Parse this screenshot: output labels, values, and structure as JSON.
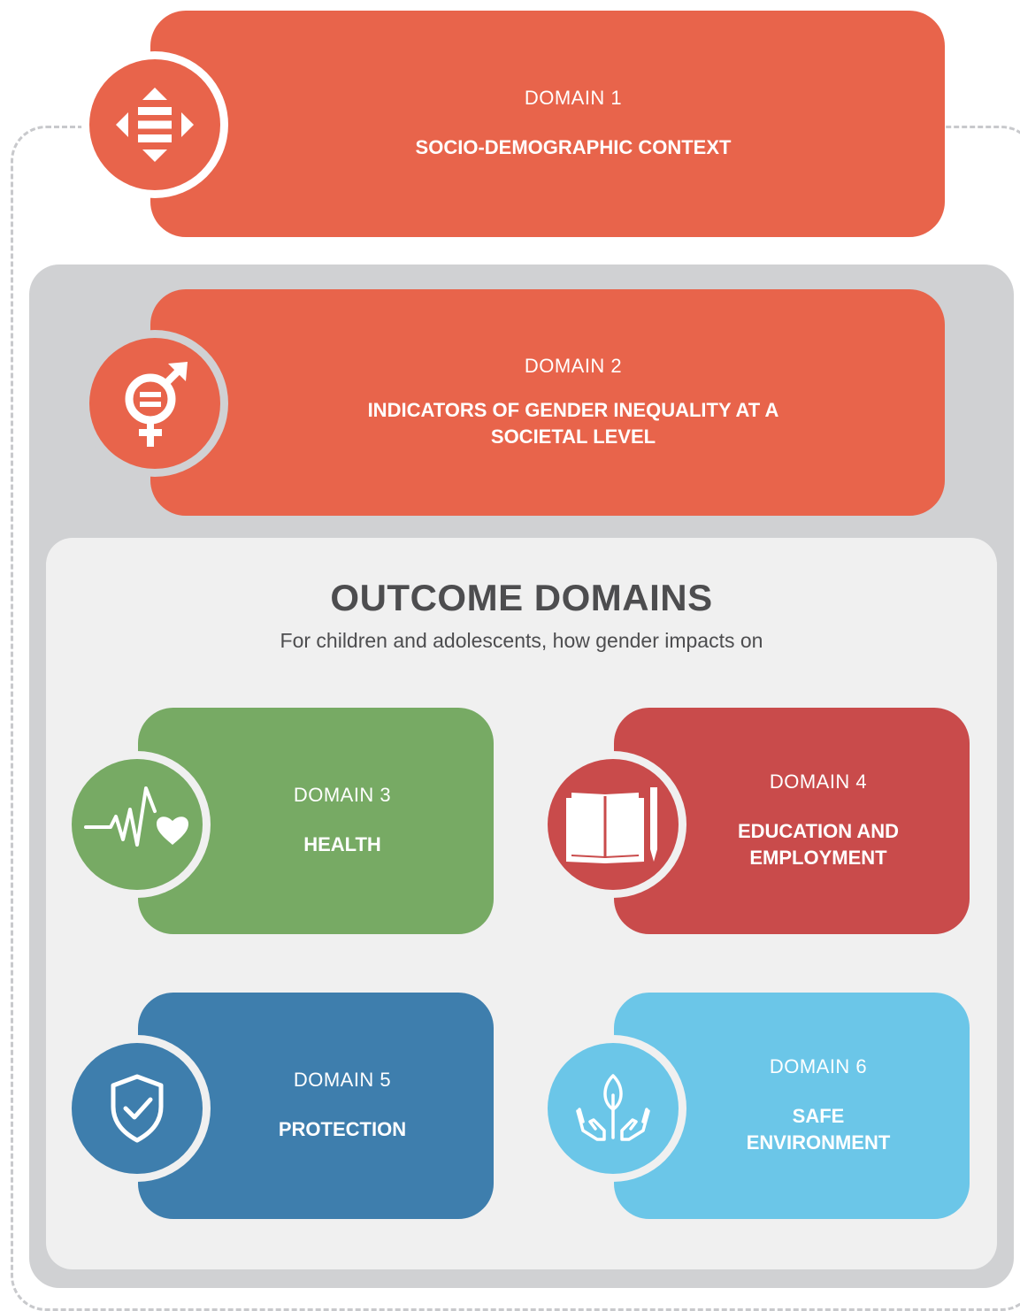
{
  "domain1": {
    "label": "DOMAIN 1",
    "title": "SOCIO-DEMOGRAPHIC CONTEXT",
    "icon": "arrows-equal-icon",
    "color": "#e8644b"
  },
  "domain2": {
    "label": "DOMAIN 2",
    "title_line1": "INDICATORS OF GENDER INEQUALITY AT A",
    "title_line2": "SOCIETAL LEVEL",
    "icon": "gender-equality-icon",
    "color": "#e8644b"
  },
  "outcome": {
    "title": "OUTCOME DOMAINS",
    "subtitle": "For children and adolescents, how gender impacts on"
  },
  "domain3": {
    "label": "DOMAIN 3",
    "title": "HEALTH",
    "icon": "heartbeat-icon",
    "color": "#77aa64"
  },
  "domain4": {
    "label": "DOMAIN 4",
    "title_line1": "EDUCATION AND",
    "title_line2": "EMPLOYMENT",
    "icon": "book-pencil-icon",
    "color": "#c94b4b"
  },
  "domain5": {
    "label": "DOMAIN 5",
    "title": "PROTECTION",
    "icon": "shield-check-icon",
    "color": "#3e7ead"
  },
  "domain6": {
    "label": "DOMAIN 6",
    "title_line1": "SAFE",
    "title_line2": "ENVIRONMENT",
    "icon": "hands-plant-icon",
    "color": "#6bc6e8"
  }
}
